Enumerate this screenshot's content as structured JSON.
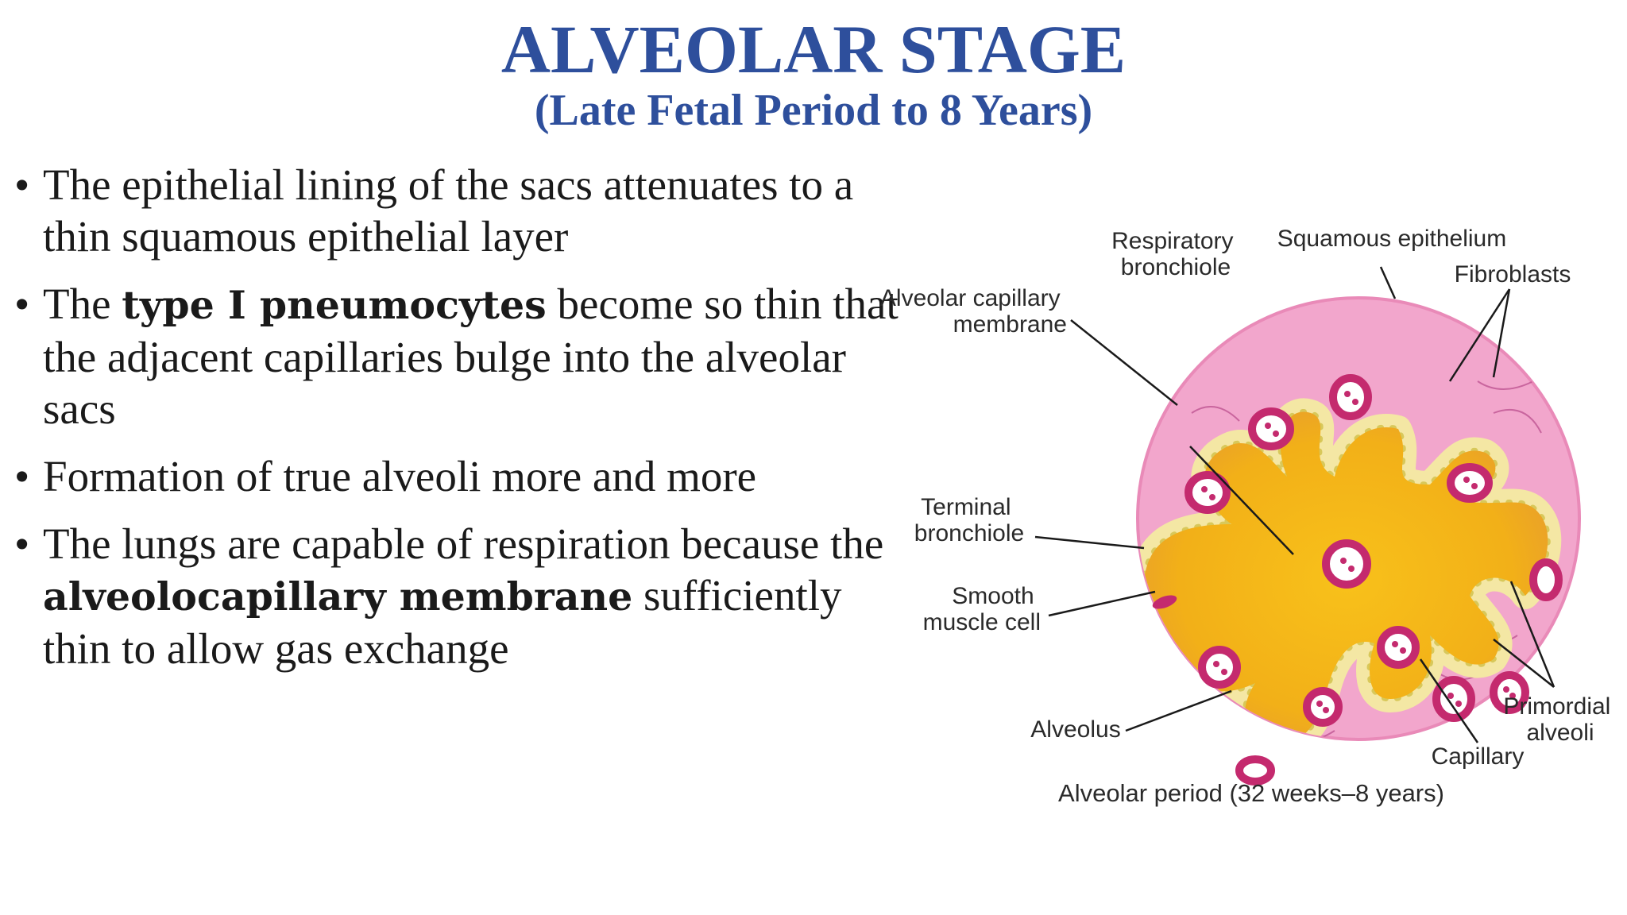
{
  "title": "ALVEOLAR STAGE",
  "subtitle": "(Late Fetal Period to 8 Years)",
  "bullets": [
    {
      "pre": "The epithelial lining of the sacs attenuates to a thin squamous epithelial layer",
      "bold": "",
      "post": ""
    },
    {
      "pre": "The ",
      "bold": "type I pneumocytes",
      "post": " become so thin that the adjacent capillaries bulge into the alveolar sacs"
    },
    {
      "pre": "Formation of true alveoli more and more",
      "bold": "",
      "post": ""
    },
    {
      "pre": "The lungs are capable of respiration because the ",
      "bold": "alveolocapillary membrane",
      "post": " sufficiently thin to allow gas exchange"
    }
  ],
  "bullet_glyph": "•",
  "diagram": {
    "labels": {
      "respiratory_bronchiole": [
        "Respiratory",
        "bronchiole"
      ],
      "squamous_epithelium": "Squamous epithelium",
      "fibroblasts": "Fibroblasts",
      "alveolar_capillary_membrane": [
        "Alveolar capillary",
        "membrane"
      ],
      "terminal_bronchiole": [
        "Terminal",
        "bronchiole"
      ],
      "smooth_muscle_cell": [
        "Smooth",
        "muscle cell"
      ],
      "alveolus": "Alveolus",
      "primordial_alveoli": [
        "Primordial",
        "alveoli"
      ],
      "capillary": "Capillary"
    },
    "caption": "Alveolar period (32 weeks–8 years)",
    "colors": {
      "tissue": "#f2a6cc",
      "lumen": "#f5b817",
      "epithelium": "#f4e7a4",
      "capillary": "#c42a6e",
      "title": "#2e4f9c"
    }
  }
}
